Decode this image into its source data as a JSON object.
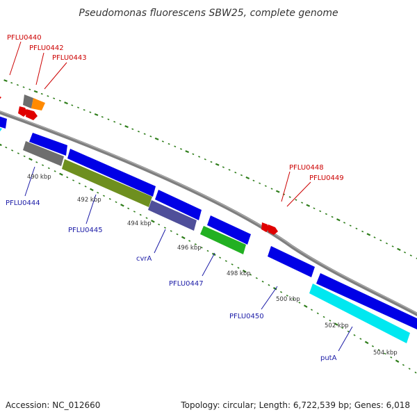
{
  "title": "Pseudomonas fluorescens SBW25, complete genome",
  "footer": {
    "accession": "Accession: NC_012660",
    "summary": "Topology: circular; Length: 6,722,539 bp; Genes: 6,018"
  },
  "colors": {
    "backbone": "#808080",
    "tick": "#2e7d1a",
    "label_red": "#cc0000",
    "label_blue": "#1a1aa6"
  },
  "scale_labels": [
    "490 kbp",
    "492 kbp",
    "494 kbp",
    "496 kbp",
    "498 kbp",
    "500 kbp",
    "502 kbp",
    "504 kbp"
  ],
  "gene_labels": {
    "pflu0440": "PFLU0440",
    "pflu0442": "PFLU0442",
    "pflu0443": "PFLU0443",
    "pflu0444": "PFLU0444",
    "pflu0445": "PFLU0445",
    "cvra": "cvrA",
    "pflu0447": "PFLU0447",
    "pflu0448": "PFLU0448",
    "pflu0449": "PFLU0449",
    "pflu0450": "PFLU0450",
    "puta": "putA"
  }
}
